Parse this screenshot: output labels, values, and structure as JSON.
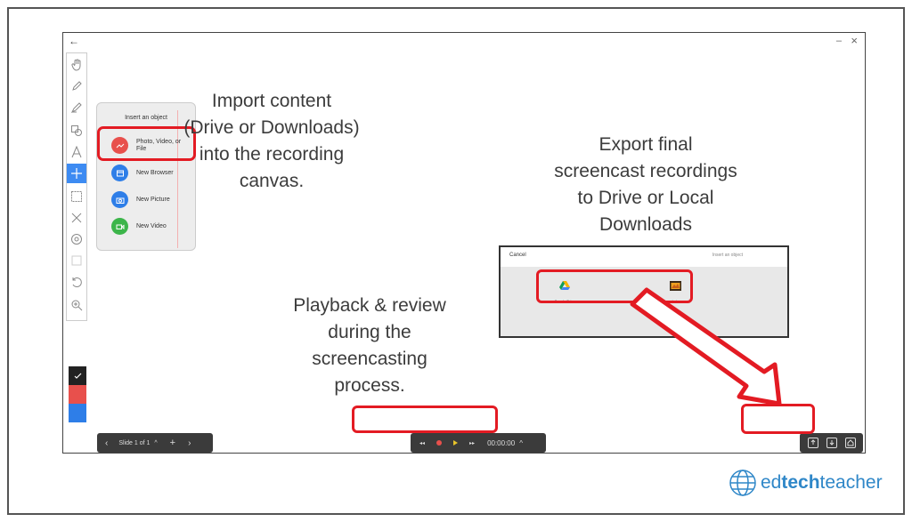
{
  "window": {
    "back": "←",
    "minimize": "–",
    "close": "×"
  },
  "toolbar": {
    "tools": [
      "hand-icon",
      "pen-icon",
      "highlighter-icon",
      "shapes-icon",
      "text-icon",
      "insert-plus-icon",
      "select-icon",
      "delete-icon",
      "target-icon",
      "frame-icon",
      "undo-icon",
      "zoom-icon"
    ],
    "active": "insert-plus-icon"
  },
  "insert_panel": {
    "title": "Insert an object",
    "options": [
      {
        "label": "Photo, Video, or File",
        "icon": "photo-icon",
        "color": "#e8504c"
      },
      {
        "label": "New Browser",
        "icon": "browser-icon",
        "color": "#2e7ee8"
      },
      {
        "label": "New Picture",
        "icon": "camera-icon",
        "color": "#2e7ee8"
      },
      {
        "label": "New Video",
        "icon": "video-icon",
        "color": "#3cb54a"
      }
    ]
  },
  "color_swatches": [
    "#222222",
    "#e8504c",
    "#2e7ee8"
  ],
  "slide_nav": {
    "prev": "‹",
    "label": "Slide 1 of 1",
    "caret": "^",
    "add": "+",
    "next": "›"
  },
  "playback": {
    "rewind": "◂◂",
    "forward": "▸▸",
    "time": "00:00:00",
    "caret": "^"
  },
  "export_dialog": {
    "cancel": "Cancel",
    "title": "Insert an object",
    "options": [
      {
        "label": "Google Drive",
        "icon": "google-drive-icon"
      },
      {
        "label": "Local storage",
        "icon": "local-storage-icon"
      }
    ]
  },
  "captions": {
    "import": [
      "Import content",
      "(Drive or Downloads)",
      "into the recording",
      "canvas."
    ],
    "export": [
      "Export final",
      "screencast recordings",
      "to Drive or Local",
      "Downloads"
    ],
    "playback": [
      "Playback & review",
      "during the",
      "screencasting",
      "process."
    ]
  },
  "brand": {
    "prefix": "ed",
    "bold": "tech",
    "suffix": "teacher"
  },
  "colors": {
    "highlight": "#e31b23",
    "accent": "#3d8bf2",
    "bar": "#3b3b3b",
    "brand": "#2f87c8"
  }
}
